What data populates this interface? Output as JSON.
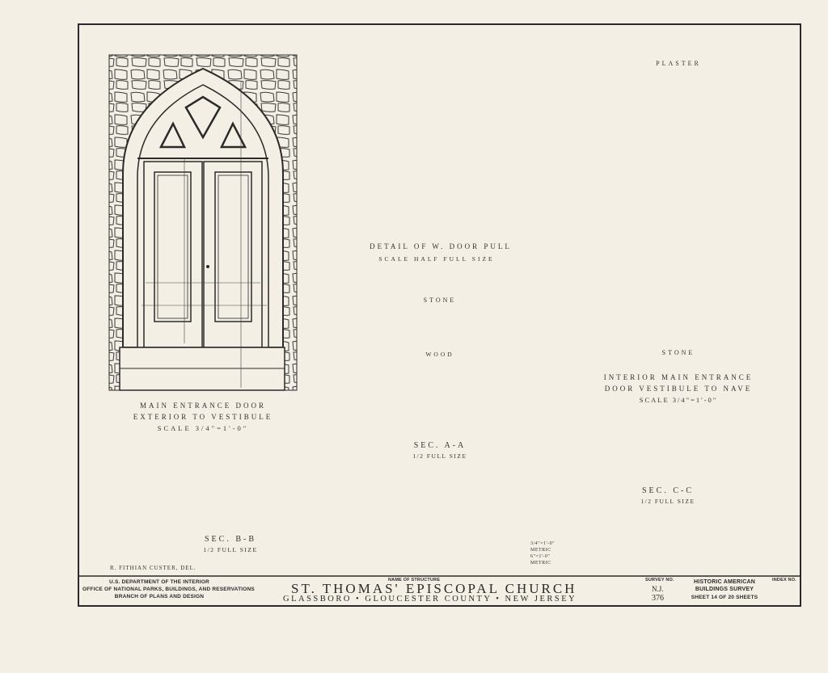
{
  "drawings": {
    "main_door": {
      "title": "MAIN ENTRANCE DOOR",
      "subtitle": "EXTERIOR TO VESTIBULE",
      "scale": "SCALE 3/4\"=1'-0\""
    },
    "door_pull": {
      "title": "DETAIL OF W. DOOR PULL",
      "scale": "SCALE HALF FULL SIZE"
    },
    "section_aa": {
      "title": "SEC. A-A",
      "scale": "1/2 FULL SIZE",
      "stone_label": "STONE",
      "wood_label": "WOOD"
    },
    "interior_door": {
      "top_label": "PLASTER",
      "title": "INTERIOR MAIN ENTRANCE",
      "subtitle": "DOOR VESTIBULE TO NAVE",
      "scale": "SCALE 3/4\"=1'-0\"",
      "stone_label": "STONE"
    },
    "section_bb": {
      "title": "SEC. B-B",
      "scale": "1/2 FULL SIZE"
    },
    "section_cc": {
      "title": "SEC. C-C",
      "scale": "1/2 FULL SIZE"
    },
    "delineator": "R. FITHIAN CUSTER, DEL.",
    "scale_bar": {
      "labels": [
        "3/4\"=1'-0\"",
        "METRIC",
        "6\"=1'-0\"",
        "METRIC"
      ]
    }
  },
  "title_block": {
    "agency": [
      "U.S. DEPARTMENT OF THE INTERIOR",
      "OFFICE OF NATIONAL PARKS, BUILDINGS, AND RESERVATIONS",
      "BRANCH OF PLANS AND DESIGN"
    ],
    "structure_caption": "NAME OF STRUCTURE",
    "structure_name": "ST. THOMAS' EPISCOPAL CHURCH",
    "location": "GLASSBORO • GLOUCESTER COUNTY • NEW JERSEY",
    "survey_caption": "SURVEY NO.",
    "survey_number": "N.J.",
    "survey_number_2": "376",
    "program": [
      "HISTORIC AMERICAN",
      "BUILDINGS SURVEY"
    ],
    "sheet_text": "SHEET 14 OF 20 SHEETS",
    "index_caption": "INDEX NO."
  },
  "colors": {
    "paper": "#f3efe4",
    "ink": "#2a2a2a"
  }
}
